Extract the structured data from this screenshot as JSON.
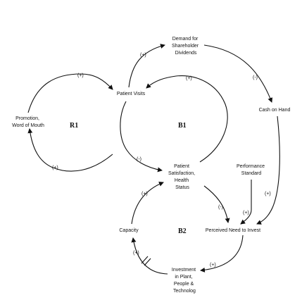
{
  "nodes": {
    "demand": [
      "Demand for",
      "Shareholder",
      "Dividends"
    ],
    "cash": [
      "Cash on Hand"
    ],
    "patient_visits": [
      "Patient Visits"
    ],
    "promotion": [
      "Promotion,",
      "Word of Mouth"
    ],
    "satisfaction": [
      "Patient",
      "Satisfaction,",
      "Health",
      "Status"
    ],
    "performance": [
      "Performance",
      "Standard"
    ],
    "capacity": [
      "Capacity"
    ],
    "need_invest": [
      "Perceived Need to Invest"
    ],
    "investment": [
      "Investment",
      "in Plant,",
      "People &",
      "Technolog"
    ]
  },
  "loops": {
    "r1": "R1",
    "b1": "B1",
    "b2": "B2"
  },
  "polarities": {
    "visits_to_demand": "(+)",
    "demand_to_cash": "(-)",
    "promotion_to_visits": "(+)",
    "satisfaction_to_promotion": "(+)",
    "satisfaction_to_visits": "(+)",
    "visits_to_satisfaction": "(-)",
    "capacity_to_satisfaction": "(+)",
    "satisfaction_to_need": "(-)",
    "performance_to_need": "(+)",
    "cash_to_need": "(+)",
    "need_to_investment": "(+)",
    "investment_to_capacity": "(+)"
  }
}
